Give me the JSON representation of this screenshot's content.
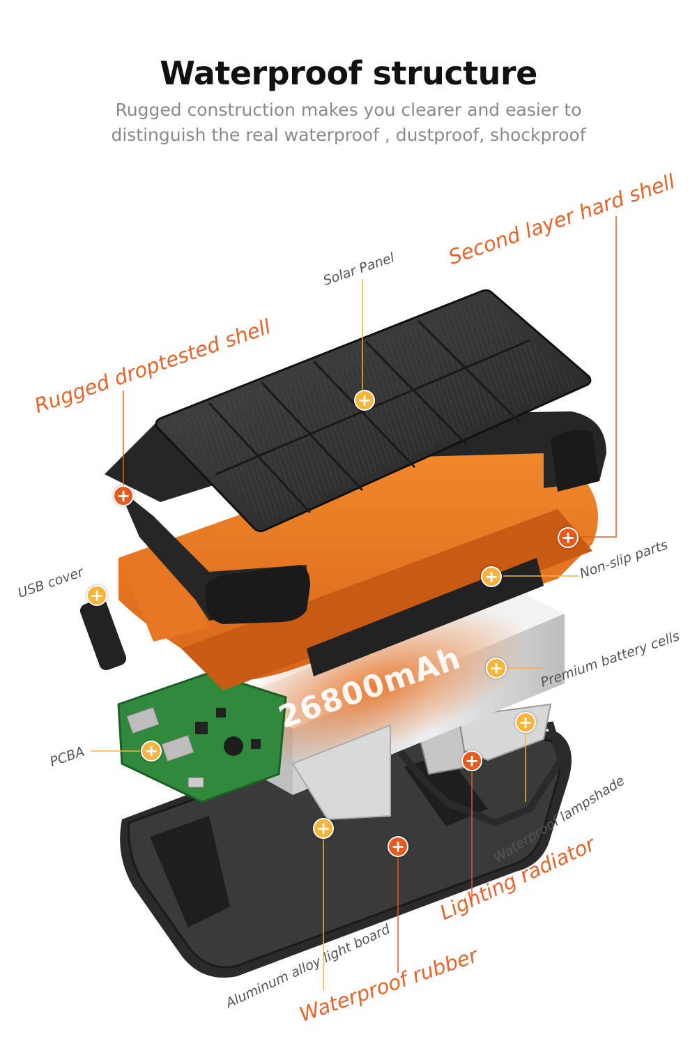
{
  "header": {
    "title": "Waterproof structure",
    "subtitle_line1": "Rugged construction makes you clearer and easier to",
    "subtitle_line2": "distinguish the real waterproof , dustproof, shockproof"
  },
  "product": {
    "capacity": "26800mAh"
  },
  "callouts": {
    "solar_panel": "Solar Panel",
    "second_layer_hard_shell": "Second layer hard shell",
    "rugged_droptested_shell": "Rugged droptested shell",
    "usb_cover": "USB cover",
    "non_slip_parts": "Non-slip parts",
    "premium_battery_cells": "Premium battery cells",
    "pcba": "PCBA",
    "waterproof_lampshade": "Waterproof lampshade",
    "lighting_radiator": "Lighting radiator",
    "aluminum_alloy_light_board": "Aluminum alloy light board",
    "waterproof_rubber": "Waterproof  rubber"
  },
  "markers": {
    "plus_symbol": "+"
  },
  "colors": {
    "accent_orange": "#e8632a",
    "marker_yellow": "#f6b43c",
    "marker_red": "#e55a1e",
    "shell_orange": "#ef7d1f",
    "solar_dark": "#2e2e2e"
  }
}
